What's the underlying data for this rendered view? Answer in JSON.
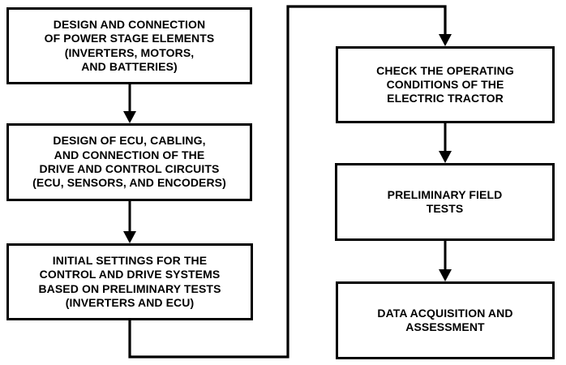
{
  "diagram": {
    "type": "flowchart",
    "background_color": "#ffffff",
    "line_color": "#000000",
    "box_border_color": "#000000",
    "box_fill_color": "#ffffff",
    "text_color": "#000000",
    "boxes": [
      {
        "id": "power-stage-design",
        "lines": [
          "DESIGN AND CONNECTION",
          "OF POWER STAGE ELEMENTS",
          "(INVERTERS, MOTORS,",
          "AND BATTERIES)"
        ],
        "text": "DESIGN AND CONNECTION OF POWER STAGE ELEMENTS (INVERTERS, MOTORS, AND BATTERIES)"
      },
      {
        "id": "ecu-cabling-design",
        "lines": [
          "DESIGN OF ECU, CABLING,",
          "AND CONNECTION OF THE",
          "DRIVE AND CONTROL CIRCUITS",
          "(ECU, SENSORS, AND ENCODERS)"
        ],
        "text": "DESIGN OF ECU, CABLING, AND CONNECTION OF THE DRIVE AND CONTROL CIRCUITS (ECU, SENSORS, AND ENCODERS)"
      },
      {
        "id": "initial-settings",
        "lines": [
          "INITIAL SETTINGS FOR THE",
          "CONTROL AND DRIVE SYSTEMS",
          "BASED ON PRELIMINARY TESTS",
          "(INVERTERS AND ECU)"
        ],
        "text": "INITIAL SETTINGS FOR THE CONTROL AND DRIVE SYSTEMS BASED ON PRELIMINARY TESTS (INVERTERS AND ECU)"
      },
      {
        "id": "check-operating-conditions",
        "lines": [
          "CHECK THE OPERATING",
          "CONDITIONS OF THE",
          "ELECTRIC TRACTOR"
        ],
        "text": "CHECK THE OPERATING CONDITIONS OF THE ELECTRIC TRACTOR"
      },
      {
        "id": "preliminary-field-tests",
        "lines": [
          "PRELIMINARY FIELD",
          "TESTS"
        ],
        "text": "PRELIMINARY FIELD TESTS"
      },
      {
        "id": "data-acquisition-assessment",
        "lines": [
          "DATA ACQUISITION AND",
          "ASSESSMENT"
        ],
        "text": "DATA ACQUISITION AND ASSESSMENT"
      }
    ],
    "connections": [
      {
        "from": "power-stage-design",
        "to": "ecu-cabling-design",
        "style": "straight-down-arrow"
      },
      {
        "from": "ecu-cabling-design",
        "to": "initial-settings",
        "style": "straight-down-arrow"
      },
      {
        "from": "initial-settings",
        "to": "check-operating-conditions",
        "style": "elbow-down-right-up-right-down-arrow"
      },
      {
        "from": "check-operating-conditions",
        "to": "preliminary-field-tests",
        "style": "straight-down-arrow"
      },
      {
        "from": "preliminary-field-tests",
        "to": "data-acquisition-assessment",
        "style": "straight-down-arrow"
      }
    ]
  }
}
